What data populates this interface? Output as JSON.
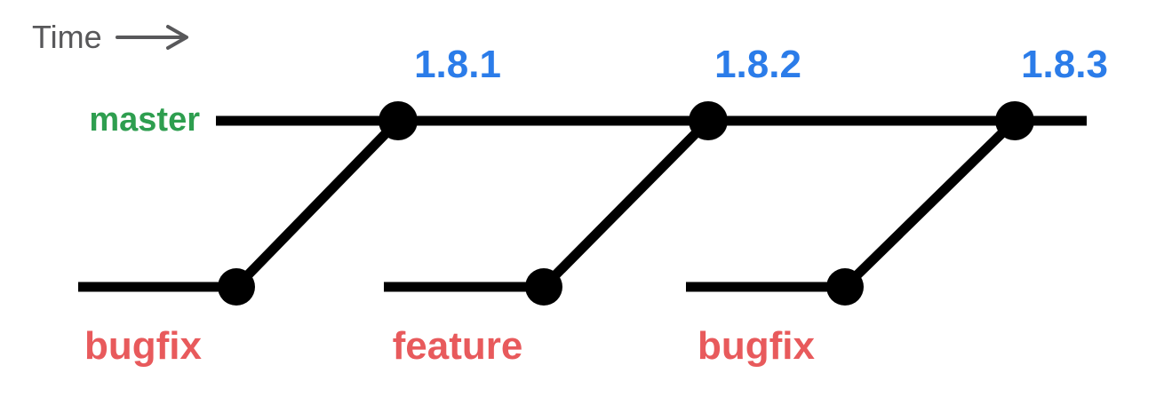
{
  "diagram": {
    "time_axis": {
      "label": "Time"
    },
    "master_branch": {
      "label": "master",
      "tags": [
        "1.8.1",
        "1.8.2",
        "1.8.3"
      ]
    },
    "branches": [
      {
        "label": "bugfix",
        "merges_into_tag": "1.8.1"
      },
      {
        "label": "feature",
        "merges_into_tag": "1.8.2"
      },
      {
        "label": "bugfix",
        "merges_into_tag": "1.8.3"
      }
    ],
    "colors": {
      "tag_text": "#2B7CE9",
      "master_label": "#2E9E4F",
      "branch_label": "#E85A5C",
      "time_label": "#58585A",
      "graph_line": "#000000",
      "background": "#FFFFFF"
    }
  }
}
